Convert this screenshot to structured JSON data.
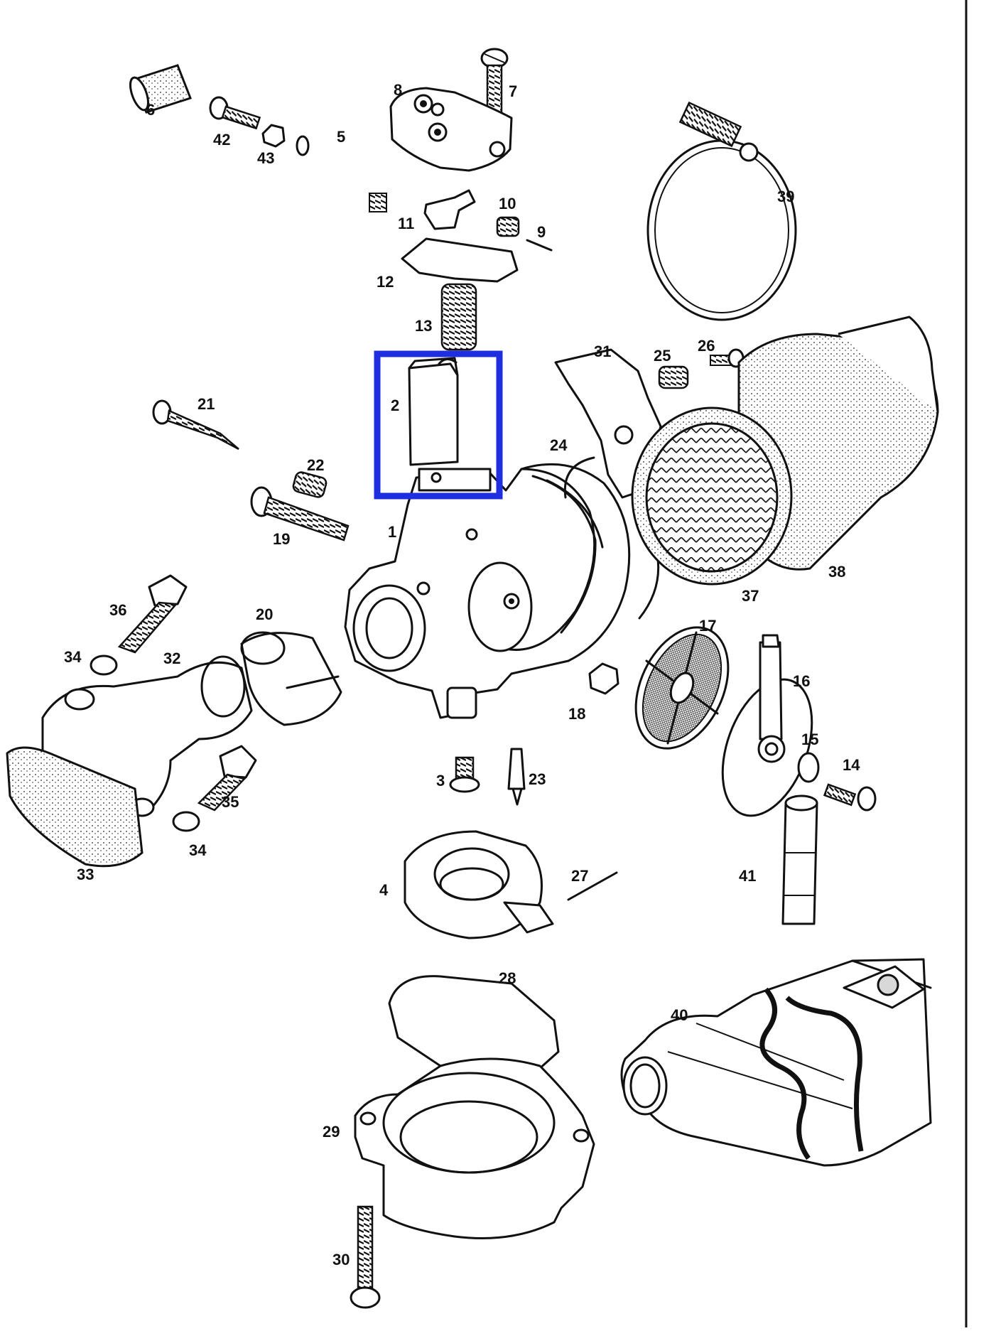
{
  "diagram": {
    "highlight_color": "#1f2fe0",
    "ink_color": "#111111",
    "part_labels": [
      "1",
      "2",
      "3",
      "4",
      "5",
      "6",
      "7",
      "8",
      "9",
      "10",
      "11",
      "12",
      "13",
      "14",
      "15",
      "16",
      "17",
      "18",
      "19",
      "20",
      "21",
      "22",
      "23",
      "24",
      "25",
      "26",
      "27",
      "28",
      "29",
      "30",
      "31",
      "32",
      "33",
      "34",
      "34",
      "35",
      "36",
      "37",
      "38",
      "39",
      "40",
      "41",
      "42",
      "43"
    ],
    "highlighted_part": "2"
  }
}
